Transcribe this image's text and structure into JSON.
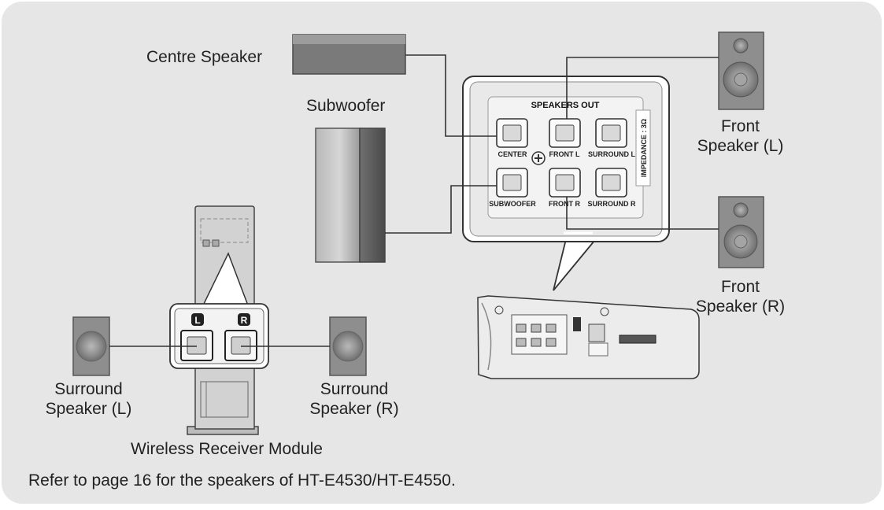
{
  "labels": {
    "centre_speaker": "Centre Speaker",
    "subwoofer": "Subwoofer",
    "front_l": [
      "Front",
      "Speaker (L)"
    ],
    "front_r": [
      "Front",
      "Speaker (R)"
    ],
    "surround_l": [
      "Surround",
      "Speaker (L)"
    ],
    "surround_r": [
      "Surround",
      "Speaker (R)"
    ],
    "wireless_module": "Wireless Receiver Module",
    "footnote": "Refer to page 16 for the speakers of HT-E4530/HT-E4550."
  },
  "panel": {
    "title": "SPEAKERS OUT",
    "impedance": "IMPEDANCE : 3Ω",
    "ports": {
      "center": "CENTER",
      "front_l": "FRONT L",
      "surround_l": "SURROUND L",
      "subwoofer": "SUBWOOFER",
      "front_r": "FRONT R",
      "surround_r": "SURROUND R"
    }
  },
  "receiver_badges": {
    "left": "L",
    "right": "R"
  },
  "colors": {
    "background": "#e6e6e6",
    "speaker": "#8a8a8a",
    "line": "#333333"
  }
}
